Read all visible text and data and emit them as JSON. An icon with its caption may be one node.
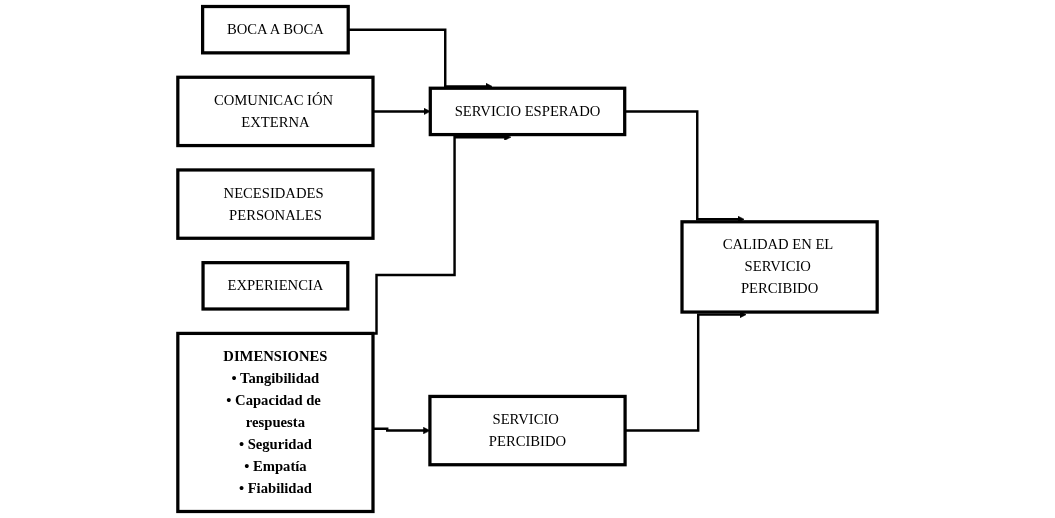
{
  "diagram": {
    "nodes": [
      {
        "text": [
          "DIMENSIONES",
          "• Tangibilidad",
          "• Capacidad de respuesta",
          "• Seguridad",
          "• Empatía",
          "• Fiabilidad"
        ]
      },
      {
        "text": [
          "BOCA A BOCA"
        ]
      },
      {
        "text": [
          "NECESIDADES PERSONALES"
        ]
      },
      {
        "text": [
          "EXPERIENCIA"
        ]
      },
      {
        "text": [
          "COMUNICAC IÓN EXTERNA"
        ]
      },
      {
        "text": [
          "SERVICIO ESPERADO"
        ]
      },
      {
        "text": [
          "SERVICIO PERCIBIDO"
        ]
      },
      {
        "text": [
          "CALIDAD EN EL SERVICIO PERCIBIDO"
        ]
      }
    ],
    "edges": [
      {
        "from": 1,
        "to": 5,
        "arrow": "to"
      },
      {
        "from": 4,
        "to": 5,
        "arrow": "to"
      },
      {
        "from": 0,
        "to": 5,
        "arrow": "to"
      },
      {
        "from": 0,
        "to": 6,
        "arrow": "to"
      },
      {
        "from": 5,
        "to": 7,
        "arrow": "to"
      },
      {
        "from": 6,
        "to": 7,
        "arrow": "to"
      }
    ]
  }
}
